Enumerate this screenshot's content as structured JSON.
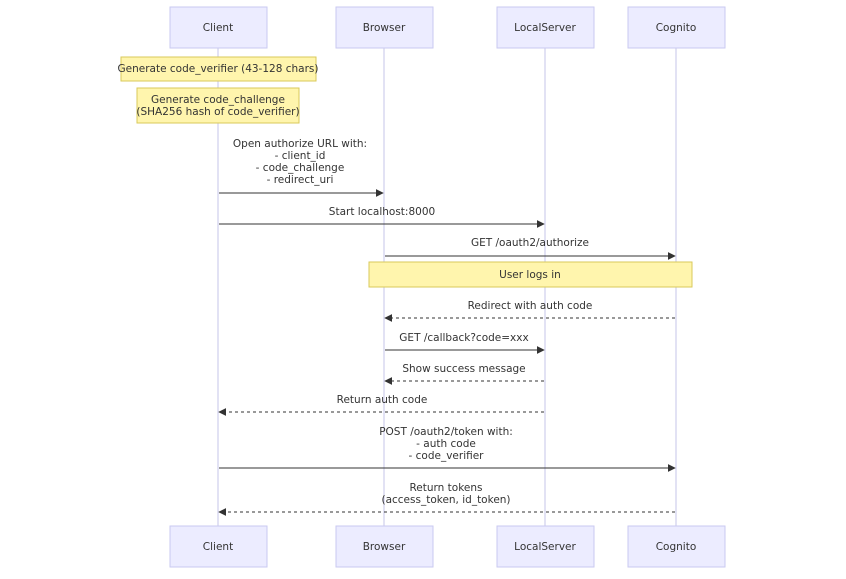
{
  "actors": {
    "client": "Client",
    "browser": "Browser",
    "localserver": "LocalServer",
    "cognito": "Cognito"
  },
  "notes": {
    "n1": [
      "Generate code_verifier (43-128 chars)"
    ],
    "n2": [
      "Generate code_challenge",
      "(SHA256 hash of code_verifier)"
    ],
    "n3": [
      "User logs in"
    ]
  },
  "messages": {
    "m1": [
      "Open authorize URL with:",
      "- client_id",
      "- code_challenge",
      "- redirect_uri"
    ],
    "m2": [
      "Start localhost:8000"
    ],
    "m3": [
      "GET /oauth2/authorize"
    ],
    "m4": [
      "Redirect with auth code"
    ],
    "m5": [
      "GET /callback?code=xxx"
    ],
    "m6": [
      "Show success message"
    ],
    "m7": [
      "Return auth code"
    ],
    "m8": [
      "POST /oauth2/token with:",
      "- auth code",
      "- code_verifier"
    ],
    "m9": [
      "Return tokens",
      "(access_token, id_token)"
    ]
  },
  "colors": {
    "actor_fill": "#ececff",
    "actor_border": "#c9c9f0",
    "note_fill": "#fff5ad",
    "note_border": "#d8c95a",
    "line": "#333333"
  }
}
